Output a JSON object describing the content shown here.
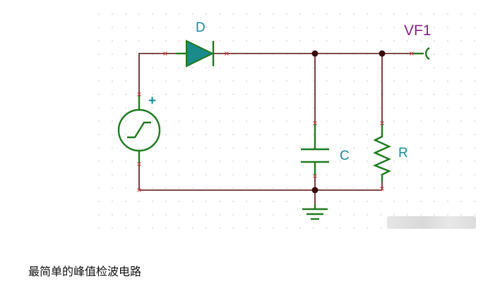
{
  "labels": {
    "diode": "D",
    "probe": "VF1",
    "capacitor": "C",
    "resistor": "R",
    "source_polarity": "+"
  },
  "caption": "最简单的峰值检波电路",
  "colors": {
    "wire": "#5a0f0f",
    "component": "#1f7a1f",
    "diode_fill": "#1a8a8a",
    "label": "#1a8a9a",
    "probe_label": "#8a1f8a",
    "node": "#3a0a0a",
    "grid_dot": "#c8c8c8"
  }
}
